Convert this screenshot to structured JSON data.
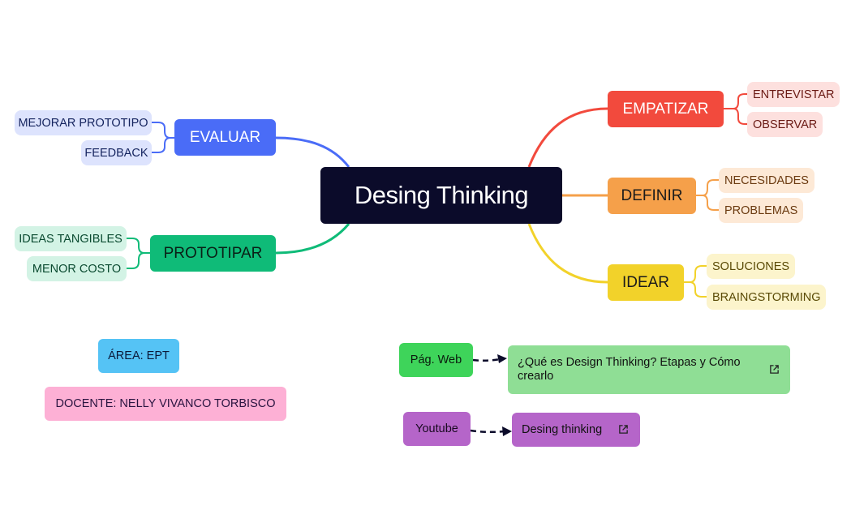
{
  "central": {
    "label": "Desing Thinking",
    "color": "#0b0b2a"
  },
  "branches": {
    "empatizar": {
      "label": "EMPATIZAR",
      "color": "#f24a3d",
      "sub_bg": "#fde0de",
      "sub_text": "#6b1a14",
      "children": [
        "ENTREVISTAR",
        "OBSERVAR"
      ]
    },
    "definir": {
      "label": "DEFINIR",
      "color": "#f5a04a",
      "sub_bg": "#fde9d6",
      "sub_text": "#6b3a10",
      "children": [
        "NECESIDADES",
        "PROBLEMAS"
      ]
    },
    "idear": {
      "label": "IDEAR",
      "color": "#f2d22a",
      "sub_bg": "#fcf4cc",
      "sub_text": "#5a4a05",
      "children": [
        "SOLUCIONES",
        "BRAINGSTORMING"
      ]
    },
    "evaluar": {
      "label": "EVALUAR",
      "color": "#4a6cf7",
      "sub_bg": "#dde3fd",
      "sub_text": "#14235e",
      "children": [
        "MEJORAR PROTOTIPO",
        "FEEDBACK"
      ]
    },
    "prototipar": {
      "label": "PROTOTIPAR",
      "color": "#0fbb78",
      "sub_bg": "#d3f3e5",
      "sub_text": "#0a4a30",
      "children": [
        "IDEAS TANGIBLES",
        "MENOR COSTO"
      ]
    }
  },
  "info": {
    "area": {
      "label": "ÁREA: EPT",
      "color": "#55c3f5"
    },
    "docente": {
      "label": "DOCENTE: NELLY VIVANCO TORBISCO",
      "color": "#fdb0d5"
    }
  },
  "links": {
    "web": {
      "label": "Pág. Web",
      "color": "#3ed45a",
      "card_label": "¿Qué es Design Thinking? Etapas y Cómo crearlo",
      "card_color": "#8fde95"
    },
    "youtube": {
      "label": "Youtube",
      "color": "#b565c9",
      "card_label": "Desing thinking",
      "card_color": "#b565c9"
    }
  },
  "icons": {
    "external_link": "external-link-icon"
  }
}
